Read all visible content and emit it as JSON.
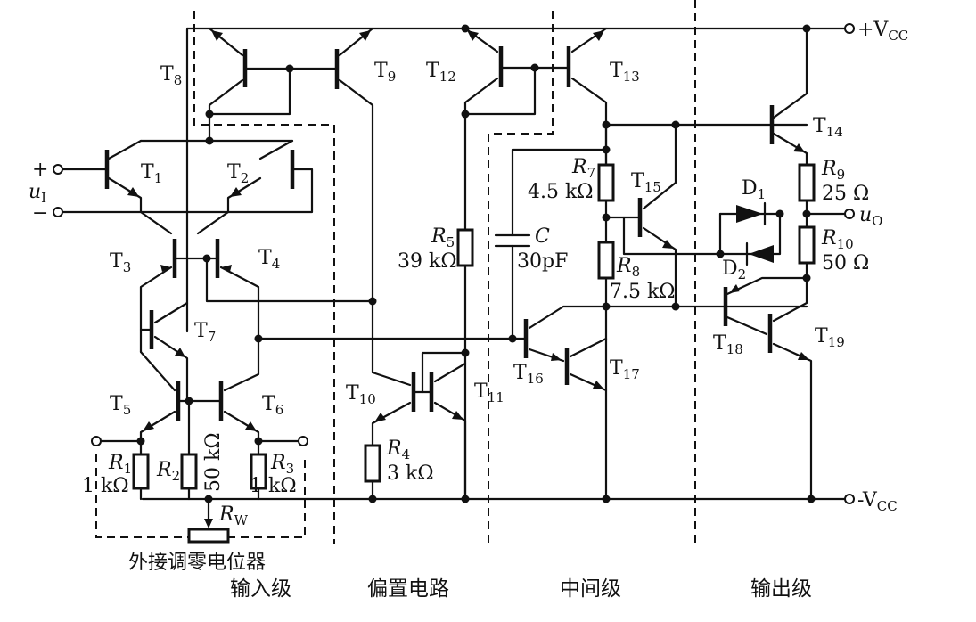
{
  "supply": {
    "pos": "+V",
    "pos_sub": "CC",
    "neg": "-V",
    "neg_sub": "CC"
  },
  "io": {
    "input_plus": "+",
    "input_minus": "−",
    "input": "u",
    "input_sub": "I",
    "output": "u",
    "output_sub": "O"
  },
  "transistors": [
    {
      "id": "T1",
      "base": "T",
      "sub": "1"
    },
    {
      "id": "T2",
      "base": "T",
      "sub": "2"
    },
    {
      "id": "T3",
      "base": "T",
      "sub": "3"
    },
    {
      "id": "T4",
      "base": "T",
      "sub": "4"
    },
    {
      "id": "T5",
      "base": "T",
      "sub": "5"
    },
    {
      "id": "T6",
      "base": "T",
      "sub": "6"
    },
    {
      "id": "T7",
      "base": "T",
      "sub": "7"
    },
    {
      "id": "T8",
      "base": "T",
      "sub": "8"
    },
    {
      "id": "T9",
      "base": "T",
      "sub": "9"
    },
    {
      "id": "T10",
      "base": "T",
      "sub": "10"
    },
    {
      "id": "T11",
      "base": "T",
      "sub": "11"
    },
    {
      "id": "T12",
      "base": "T",
      "sub": "12"
    },
    {
      "id": "T13",
      "base": "T",
      "sub": "13"
    },
    {
      "id": "T14",
      "base": "T",
      "sub": "14"
    },
    {
      "id": "T15",
      "base": "T",
      "sub": "15"
    },
    {
      "id": "T16",
      "base": "T",
      "sub": "16"
    },
    {
      "id": "T17",
      "base": "T",
      "sub": "17"
    },
    {
      "id": "T18",
      "base": "T",
      "sub": "18"
    },
    {
      "id": "T19",
      "base": "T",
      "sub": "19"
    }
  ],
  "resistors": [
    {
      "id": "R1",
      "base": "R",
      "sub": "1",
      "value": "1 kΩ"
    },
    {
      "id": "R2",
      "base": "R",
      "sub": "2",
      "value": "50 kΩ"
    },
    {
      "id": "R3",
      "base": "R",
      "sub": "3",
      "value": "1 kΩ"
    },
    {
      "id": "R4",
      "base": "R",
      "sub": "4",
      "value": "3 kΩ"
    },
    {
      "id": "R5",
      "base": "R",
      "sub": "5",
      "value": "39 kΩ"
    },
    {
      "id": "R7",
      "base": "R",
      "sub": "7",
      "value": "4.5 kΩ"
    },
    {
      "id": "R8",
      "base": "R",
      "sub": "8",
      "value": "7.5 kΩ"
    },
    {
      "id": "R9",
      "base": "R",
      "sub": "9",
      "value": "25 Ω"
    },
    {
      "id": "R10",
      "base": "R",
      "sub": "10",
      "value": "50 Ω"
    },
    {
      "id": "RW",
      "base": "R",
      "sub": "W",
      "value": ""
    }
  ],
  "capacitor": {
    "base": "C",
    "value": "30pF"
  },
  "diodes": [
    {
      "id": "D1",
      "base": "D",
      "sub": "1"
    },
    {
      "id": "D2",
      "base": "D",
      "sub": "2"
    }
  ],
  "labels": {
    "pot": "外接调零电位器",
    "sec_input": "输入级",
    "sec_bias": "偏置电路",
    "sec_mid": "中间级",
    "sec_out": "输出级"
  },
  "colors": {
    "ink": "#111111",
    "background": "#ffffff"
  }
}
